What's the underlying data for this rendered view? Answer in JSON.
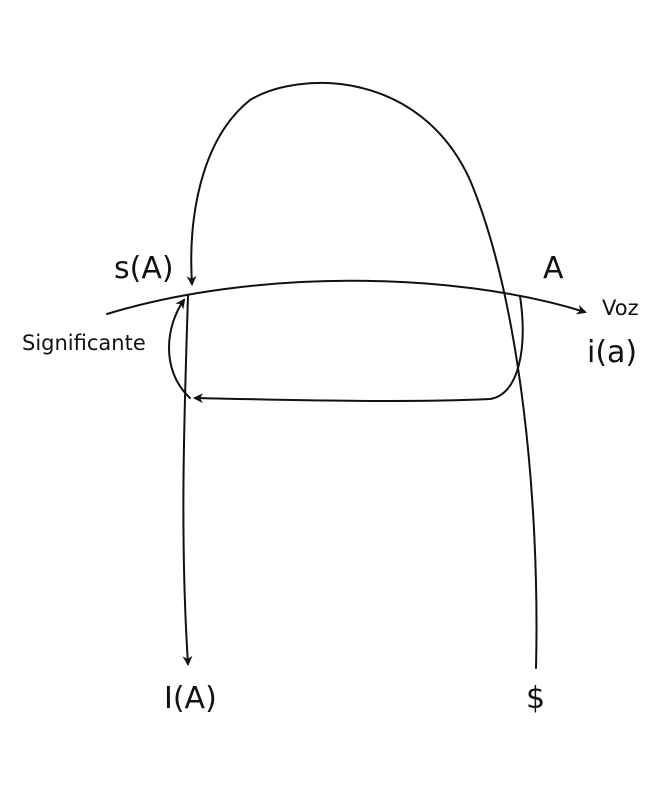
{
  "labels": {
    "s_A": "s(A)",
    "A": "A",
    "voz": "Voz",
    "i_a": "i(a)",
    "significante": "Significante",
    "I_A": "I(A)",
    "barred_S": "$"
  },
  "colors": {
    "stroke": "#111111",
    "background": "#ffffff"
  }
}
